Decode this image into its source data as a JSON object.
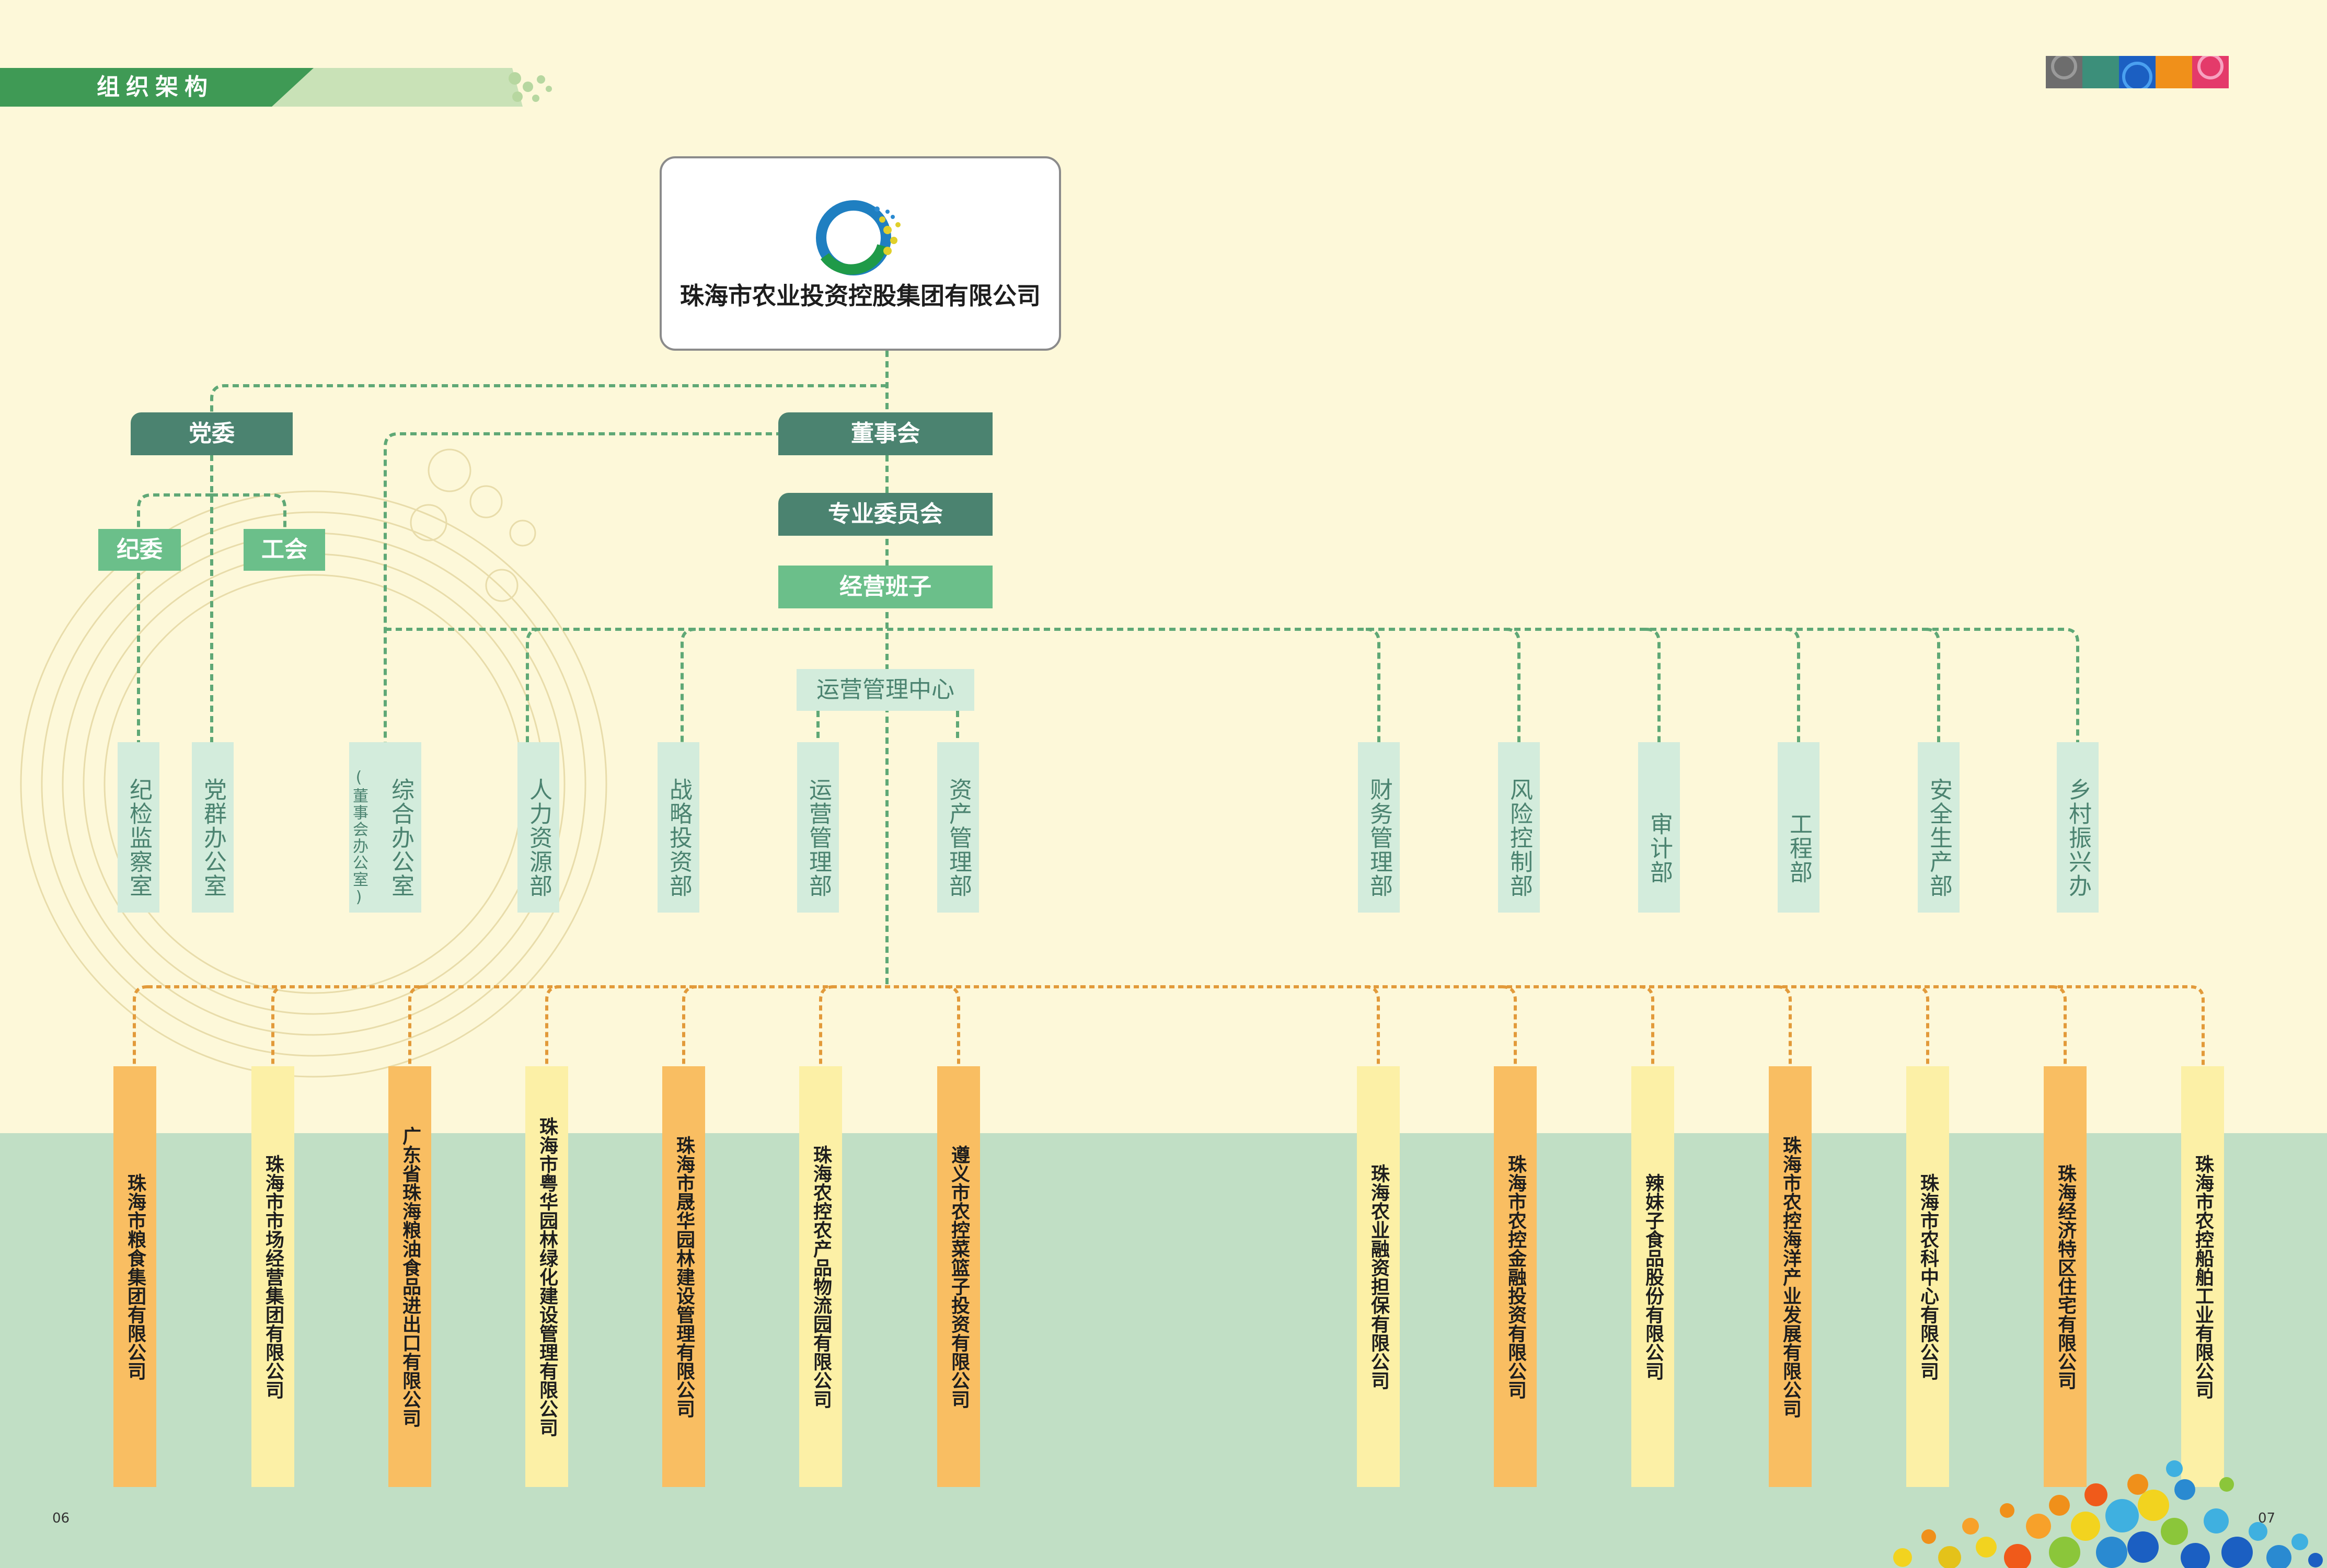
{
  "header": {
    "section_title": "组织架构"
  },
  "colors": {
    "brand_dark": "#4b8370",
    "brand_mid": "#6bbf8a",
    "dept_fill": "#d3ecdc",
    "orange": "#f9be62",
    "yellow": "#fcf0a6",
    "bg_top": "#fdf8d9",
    "bg_bottom": "#c1dfc5"
  },
  "root": {
    "title": "珠海市农业投资控股集团有限公司",
    "logo_icon": "ring-logo-icon"
  },
  "governance": {
    "party": "党委",
    "discipline": "纪委",
    "union": "工会",
    "board": "董事会",
    "committee": "专业委员会",
    "management": "经营班子",
    "ops_center": "运营管理中心"
  },
  "departments": [
    {
      "label": "纪检监察室"
    },
    {
      "label": "党群办公室"
    },
    {
      "label": "综合办公室",
      "sublabel": "(董事会办公室)"
    },
    {
      "label": "人力资源部"
    },
    {
      "label": "战略投资部"
    },
    {
      "label": "运营管理部"
    },
    {
      "label": "资产管理部"
    },
    {
      "label": "财务管理部"
    },
    {
      "label": "风险控制部"
    },
    {
      "label": "审计部"
    },
    {
      "label": "工程部"
    },
    {
      "label": "安全生产部"
    },
    {
      "label": "乡村振兴办"
    }
  ],
  "subsidiaries": [
    {
      "label": "珠海市粮食集团有限公司"
    },
    {
      "label": "珠海市市场经营集团有限公司"
    },
    {
      "label": "广东省珠海粮油食品进出口有限公司"
    },
    {
      "label": "珠海市粤华园林绿化建设管理有限公司"
    },
    {
      "label": "珠海市晟华园林建设管理有限公司"
    },
    {
      "label": "珠海农控农产品物流园有限公司"
    },
    {
      "label": "遵义市农控菜篮子投资有限公司"
    },
    {
      "label": "珠海农业融资担保有限公司"
    },
    {
      "label": "珠海市农控金融投资有限公司"
    },
    {
      "label": "辣妹子食品股份有限公司"
    },
    {
      "label": "珠海市农控海洋产业发展有限公司"
    },
    {
      "label": "珠海市农科中心有限公司"
    },
    {
      "label": "珠海经济特区住宅有限公司"
    },
    {
      "label": "珠海市农控船舶工业有限公司"
    }
  ],
  "page_numbers": {
    "left": "06",
    "right": "07"
  }
}
